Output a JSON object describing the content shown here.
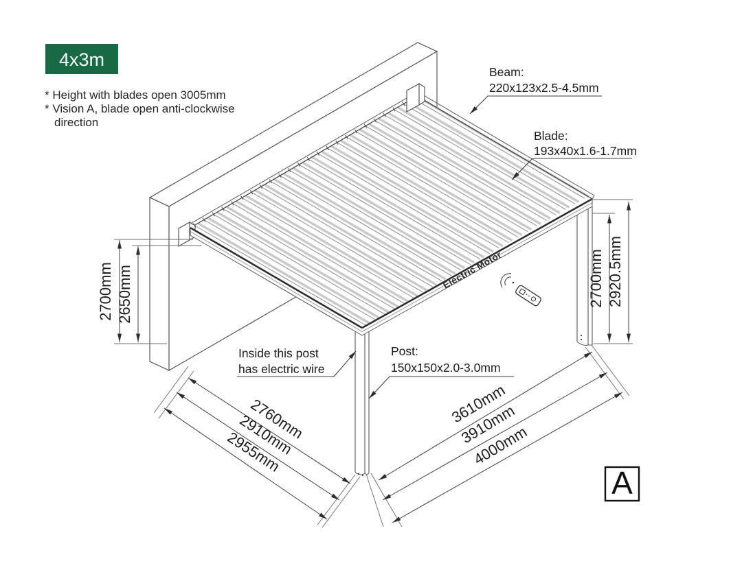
{
  "badge": {
    "label": "4x3m"
  },
  "notes": {
    "line1": "* Height with blades open 3005mm",
    "line2": "* Vision A, blade open anti-clockwise",
    "line3": "direction"
  },
  "callouts": {
    "beam": {
      "title": "Beam:",
      "spec": "220x123x2.5-4.5mm"
    },
    "blade": {
      "title": "Blade:",
      "spec": "193x40x1.6-1.7mm"
    },
    "post": {
      "title": "Post:",
      "spec": "150x150x2.0-3.0mm"
    },
    "wire": {
      "line1": "Inside this post",
      "line2": "has electric wire"
    }
  },
  "roof": {
    "motor_label": "Electric Motor"
  },
  "dimensions": {
    "wall_height_outer": "2700mm",
    "wall_height_inner": "2650mm",
    "post_height": "2700mm",
    "overall_height": "2920.5mm",
    "depth": [
      "2760mm",
      "2910mm",
      "2955mm"
    ],
    "width": [
      "3610mm",
      "3910mm",
      "4000mm"
    ]
  },
  "view_label": "A",
  "colors": {
    "badge_green": "#166b45"
  }
}
